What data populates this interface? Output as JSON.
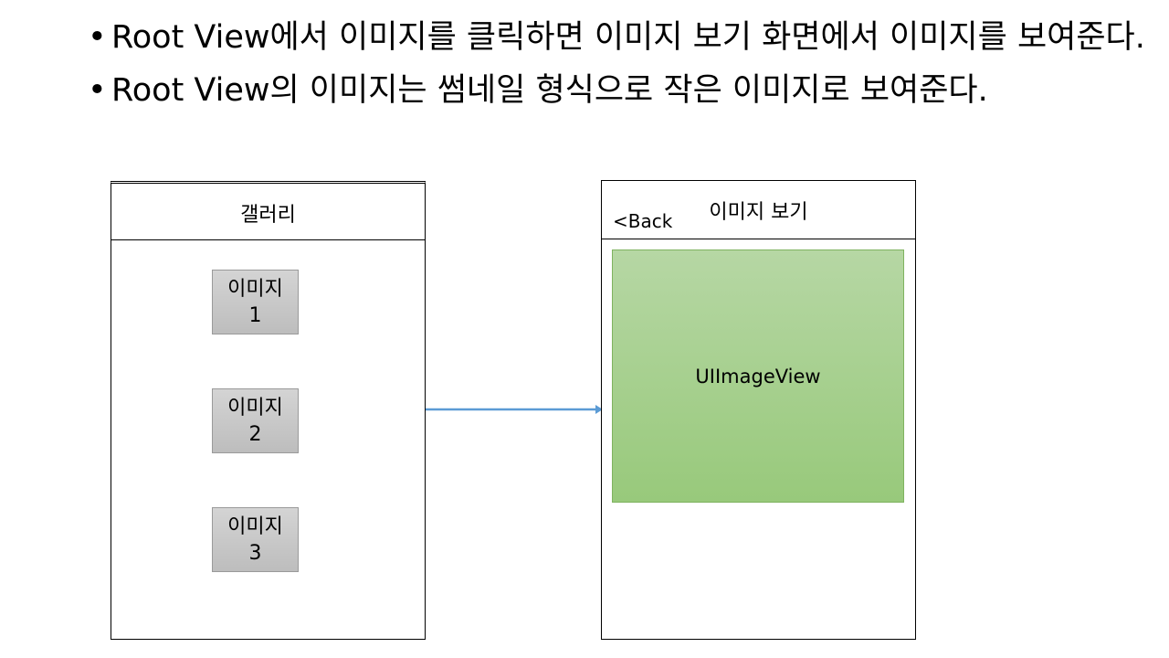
{
  "bullets": [
    "Root View에서 이미지를 클릭하면 이미지 보기 화면에서 이미지를 보여준다.",
    "Root View의 이미지는 썸네일 형식으로 작은 이미지로 보여준다."
  ],
  "gallery": {
    "title": "갤러리",
    "thumbnails": [
      {
        "label": "이미지",
        "number": "1"
      },
      {
        "label": "이미지",
        "number": "2"
      },
      {
        "label": "이미지",
        "number": "3"
      }
    ]
  },
  "viewer": {
    "title": "이미지 보기",
    "back_label": "<Back",
    "image_view_label": "UIImageView"
  },
  "colors": {
    "thumbnail_fill": "#c8c8c8",
    "image_view_fill": "#a9d18e",
    "arrow": "#5b9bd5"
  }
}
